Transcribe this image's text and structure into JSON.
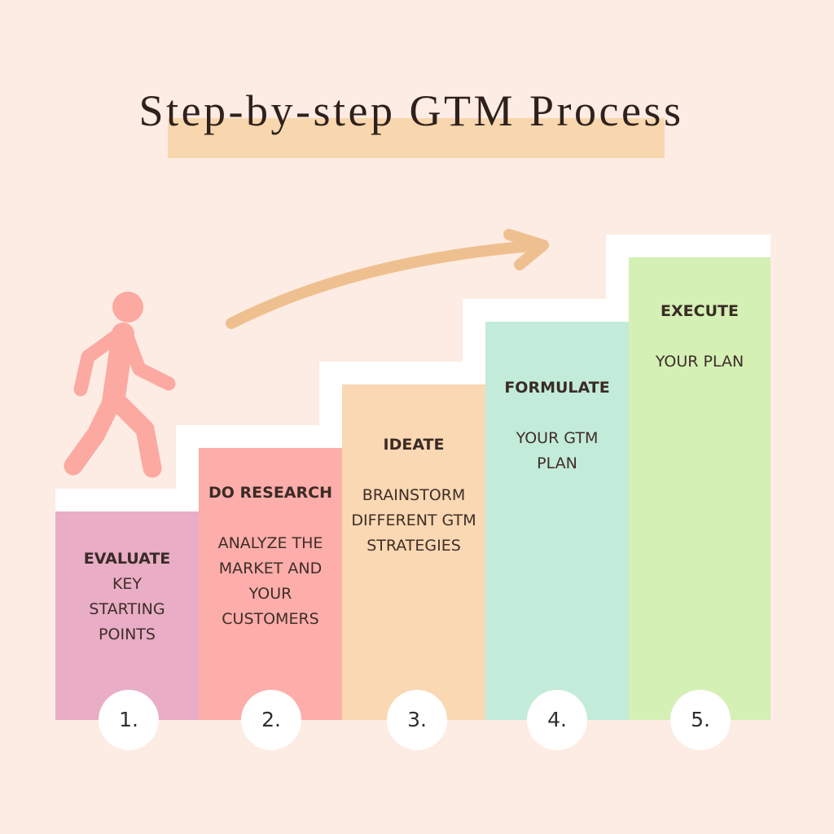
{
  "title": "Step-by-step GTM Process",
  "colors": {
    "background": "#fdece4",
    "title_highlight": "#f8d7ae",
    "arrow": "#efc08f",
    "person": "#fba9a1",
    "stair_outline": "#ffffff",
    "text": "#3a2b25"
  },
  "steps": [
    {
      "number": "1.",
      "heading": "EVALUATE",
      "lines": [
        "KEY",
        "STARTING",
        "POINTS"
      ],
      "color": "#e9adc6"
    },
    {
      "number": "2.",
      "heading": "DO RESEARCH",
      "lines": [
        "ANALYZE THE",
        "MARKET AND",
        "YOUR",
        "CUSTOMERS"
      ],
      "color": "#fdadaa"
    },
    {
      "number": "3.",
      "heading": "IDEATE",
      "lines": [
        "BRAINSTORM",
        "DIFFERENT GTM",
        "STRATEGIES"
      ],
      "color": "#f9d8b3"
    },
    {
      "number": "4.",
      "heading": "FORMULATE",
      "lines": [
        "YOUR GTM",
        "PLAN"
      ],
      "color": "#c3ebd9"
    },
    {
      "number": "5.",
      "heading": "EXECUTE",
      "lines": [
        "YOUR PLAN"
      ],
      "color": "#d4f0b5"
    }
  ]
}
